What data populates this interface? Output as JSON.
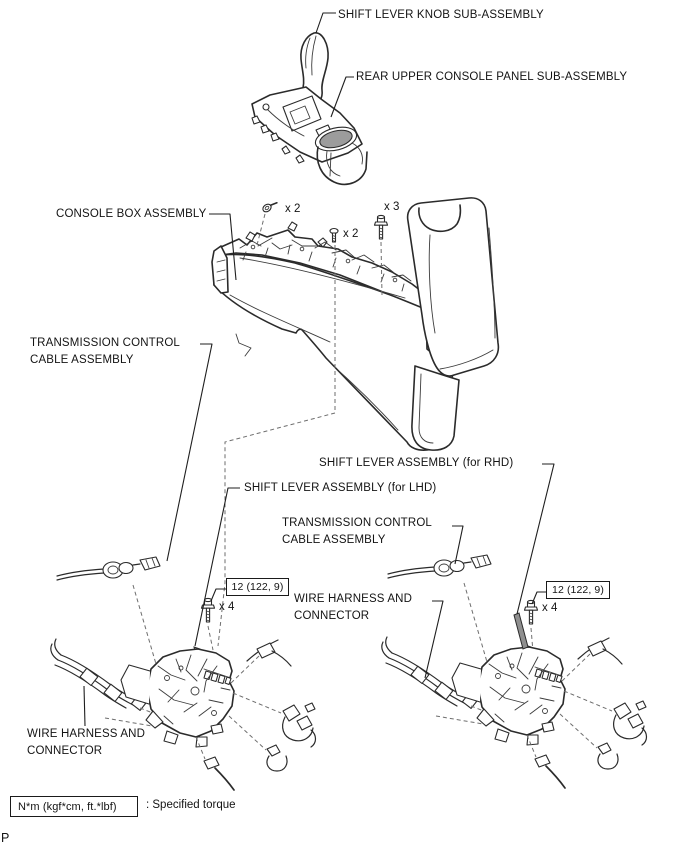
{
  "diagram": {
    "labels": {
      "knob": "SHIFT LEVER KNOB SUB-ASSEMBLY",
      "rear_panel": "REAR UPPER CONSOLE PANEL SUB-ASSEMBLY",
      "console_box": "CONSOLE BOX ASSEMBLY",
      "trans_cable_l1": "TRANSMISSION CONTROL",
      "trans_cable_l2": "CABLE ASSEMBLY",
      "lever_rhd": "SHIFT LEVER ASSEMBLY (for RHD)",
      "lever_lhd": "SHIFT LEVER ASSEMBLY (for LHD)",
      "harness_l1": "WIRE HARNESS AND",
      "harness_l2": "CONNECTOR"
    },
    "fasteners": {
      "screw_top_qty": "x 2",
      "screw_mid_qty": "x 2",
      "bolt_top_qty": "x 3",
      "bolt_left_qty": "x 4",
      "bolt_right_qty": "x 4"
    },
    "torque": {
      "left": "12 (122, 9)",
      "right": "12 (122, 9)"
    },
    "legend": {
      "unit": "N*m (kgf*cm, ft.*lbf)",
      "description": ": Specified torque"
    },
    "page_marker": "P",
    "colors": {
      "line": "#2b2b2b",
      "cup_shade": "#9c9c9c",
      "background": "#ffffff"
    }
  }
}
